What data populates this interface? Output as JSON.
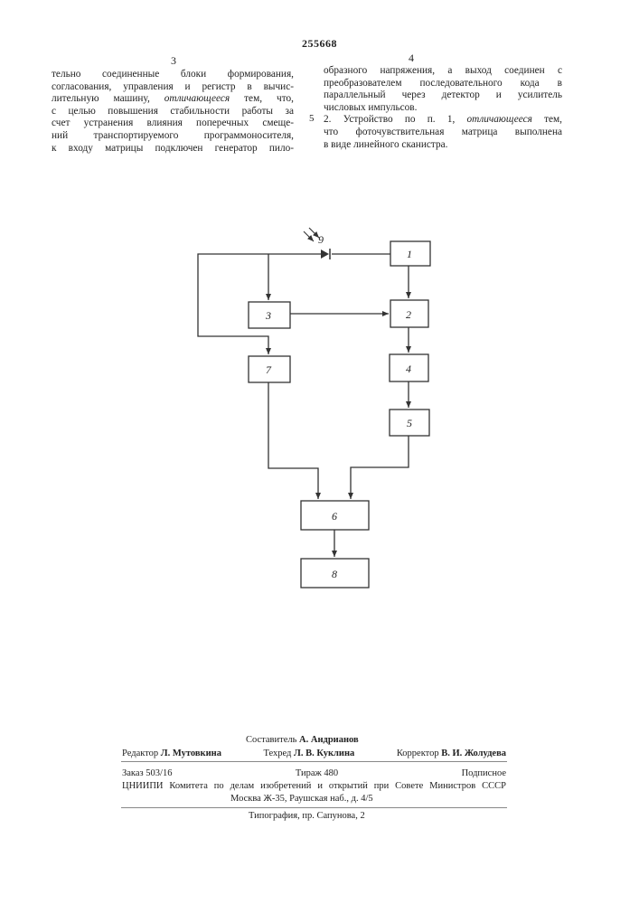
{
  "header": {
    "patent_number": "255668",
    "left_column_number": "3",
    "right_column_number": "4",
    "line_marker": "5"
  },
  "left_column_lines": [
    "тельно соединенные блоки формирования,",
    "согласования, управления и регистр в вычис-",
    "лительную машину, отличающееся тем, что,",
    "с целью повышения стабильности работы за",
    "счет устранения влияния поперечных смеще-",
    "ний транспортируемого программоносителя,",
    "к входу матрицы подключен генератор пило-"
  ],
  "right_column_lines": [
    "образного напряжения, а выход соединен с",
    "преобразователем последовательного кода в",
    "параллельный через детектор и усилитель",
    "числовых импульсов.",
    "2. Устройство по п. 1, отличающееся тем,",
    "что фоточувствительная матрица выполнена",
    "в виде линейного сканистра."
  ],
  "diagram": {
    "blocks": [
      "1",
      "2",
      "3",
      "4",
      "5",
      "6",
      "7",
      "8"
    ],
    "photodiode_label": "9"
  },
  "imprint": {
    "composer_label": "Составитель",
    "composer_name": "А. Андрианов",
    "editor_label": "Редактор",
    "editor_name": "Л. Мутовкина",
    "techred_label": "Техред",
    "techred_name": "Л. В. Куклина",
    "corrector_label": "Корректор",
    "corrector_name": "В. И. Жолудева",
    "order": "Заказ 503/16",
    "circulation": "Тираж 480",
    "subscription": "Подписное",
    "publisher": "ЦНИИПИ Комитета по делам изобретений и открытий при Совете Министров СССР",
    "address": "Москва Ж-35, Раушская наб., д. 4/5",
    "printer": "Типография, пр. Сапунова, 2"
  }
}
